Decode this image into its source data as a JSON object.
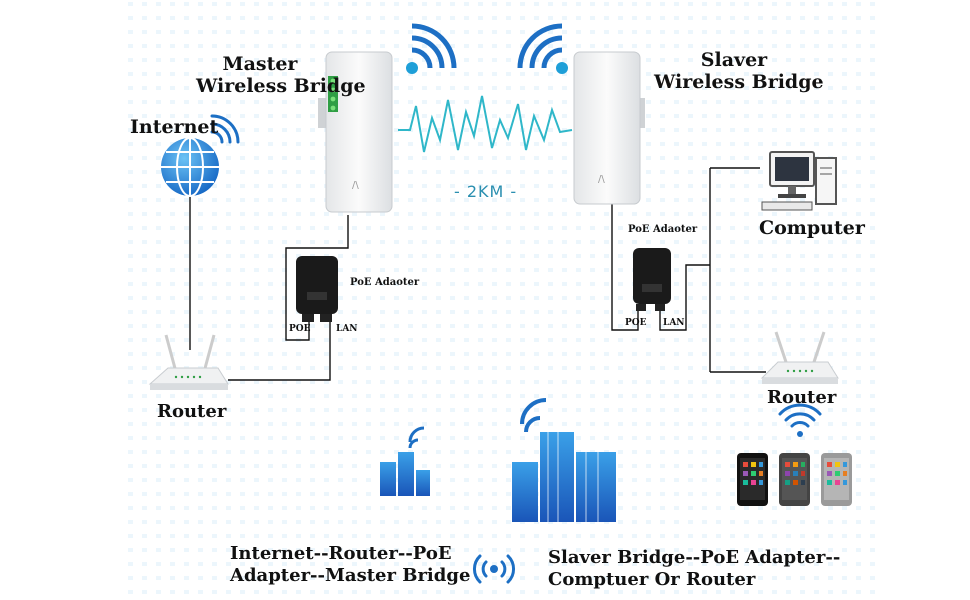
{
  "labels": {
    "master_bridge": [
      "Master",
      "Wireless Bridge"
    ],
    "slaver_bridge": [
      "Slaver",
      "Wireless Bridge"
    ],
    "internet": "Internet",
    "router_left": "Router",
    "router_right": "Router",
    "computer": "Computer",
    "poe_adapter_left": "PoE Adaoter",
    "poe_adapter_right": "PoE Adaoter",
    "poe_port_left": "POE",
    "lan_port_left": "LAN",
    "poe_port_right": "POE",
    "lan_port_right": "LAN",
    "distance": "- 2KM -"
  },
  "legend": {
    "left": [
      "Internet--Router--PoE",
      "Adapter--Master Bridge"
    ],
    "right": [
      "Slaver Bridge--PoE Adapter--",
      "Comptuer Or Router"
    ]
  },
  "colors": {
    "accent_blue": "#1d6fc4",
    "signal_blue": "#1e9fd8",
    "wave_teal": "#2fb7c9",
    "line": "#111111"
  },
  "icons": [
    "globe-icon",
    "wifi-icon",
    "router-icon",
    "computer-icon",
    "phone-icon",
    "building-icon"
  ]
}
